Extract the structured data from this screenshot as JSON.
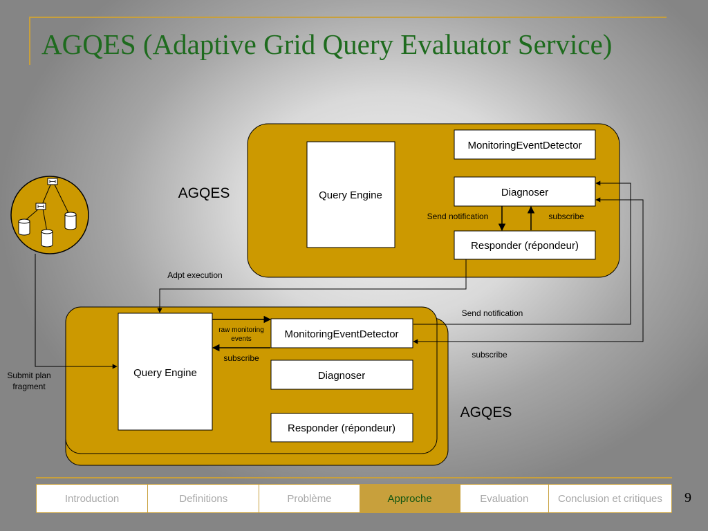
{
  "slide": {
    "title": "AGQES (Adaptive Grid Query Evaluator Service)",
    "page_number": "9"
  },
  "top_service": {
    "label": "AGQES",
    "query_engine": "Query Engine",
    "monitoring": "MonitoringEventDetector",
    "diagnoser": "Diagnoser",
    "responder": "Responder (répondeur)",
    "send_notification": "Send notification",
    "subscribe": "subscribe"
  },
  "bottom_service": {
    "label": "AGQES",
    "query_engine": "Query Engine",
    "monitoring": "MonitoringEventDetector",
    "diagnoser": "Diagnoser",
    "responder": "Responder (répondeur)",
    "raw_monitoring_line1": "raw monitoring",
    "raw_monitoring_line2": "events",
    "subscribe": "subscribe"
  },
  "connections": {
    "adapt_execution": "Adpt execution",
    "send_notification": "Send notification",
    "subscribe": "subscribe",
    "submit_plan_line1": "Submit plan",
    "submit_plan_line2": "fragment"
  },
  "nav": {
    "tabs": [
      "Introduction",
      "Definitions",
      "Problème",
      "Approche",
      "Evaluation",
      "Conclusion et critiques"
    ],
    "active_index": 3
  },
  "colors": {
    "container": "#cc9900",
    "title": "#1e6b1e",
    "accent_line": "#c8a03c"
  }
}
